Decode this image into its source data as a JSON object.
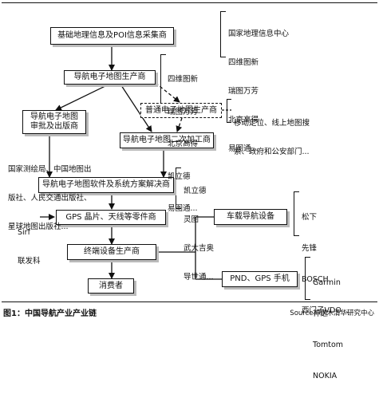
{
  "boxes": {
    "collector": "基础地理信息及POI信息采集商",
    "nav_map_producer": "导航电子地图生产商",
    "approval_publisher": "导航电子地图\n审批及出版商",
    "general_map_producer": "普通电子地图生产商",
    "secondary_processor": "导航电子地图二次加工商",
    "software_solution": "导航电子地图软件及系统方案解决商",
    "gps_parts": "GPS 晶片、天线等零件商",
    "terminal_maker": "终端设备生产商",
    "consumer": "消费者",
    "in_car_device": "车载导航设备",
    "pnd_gps_phone": "PND、GPS 手机"
  },
  "labels": {
    "collector_companies": [
      "国家地理信息中心",
      "四维图新",
      "瑞图万芳",
      "北京高得",
      "易图通..."
    ],
    "nav_producer_companies": [
      "四维图新",
      "瑞图万芳",
      "北京高得",
      "凯立德",
      "易图通..."
    ],
    "general_map_note": [
      "移动定位、线上地图搜",
      "索、政府和公安部门..."
    ],
    "publishers": [
      "国家测绘局、中国地图出",
      "版社、人民交通出版社、",
      "星球地图出版社..."
    ],
    "software_companies": [
      "凯立德",
      "灵图",
      "武大吉奥",
      "导世通..."
    ],
    "sirf_companies": [
      "Sirf",
      "联发科"
    ],
    "in_car_companies": [
      "松下",
      "先锋",
      "BOSCH",
      "西门子VDO..."
    ],
    "pnd_companies": [
      "Garmin",
      "神达",
      "Tomtom",
      "NOKIA"
    ]
  },
  "caption": "图1：中国导航产业产业链",
  "source": "Source：水木清华研究中心"
}
